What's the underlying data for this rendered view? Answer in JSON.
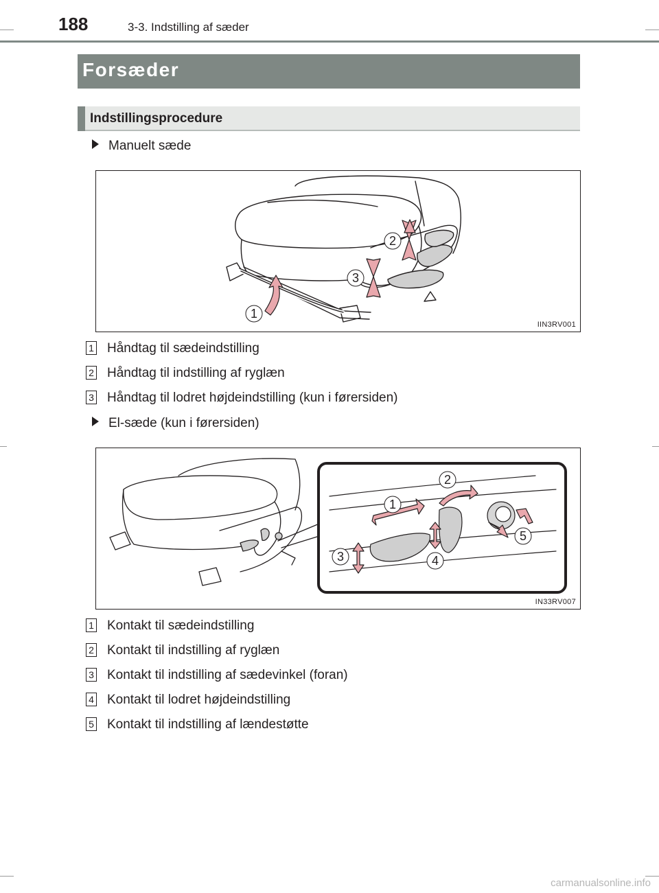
{
  "header": {
    "page_number": "188",
    "chapter": "3-3. Indstilling af sæder"
  },
  "section": {
    "title": "Forsæder"
  },
  "subsection": {
    "title": "Indstillingsprocedure"
  },
  "manual": {
    "heading": "Manuelt sæde",
    "figure_code": "IIN3RV001",
    "callouts": [
      "1",
      "2",
      "3"
    ],
    "items": [
      {
        "num": "1",
        "text": "Håndtag til sædeindstilling"
      },
      {
        "num": "2",
        "text": "Håndtag til indstilling af ryglæn"
      },
      {
        "num": "3",
        "text": "Håndtag til lodret højdeindstilling (kun i førersiden)"
      }
    ]
  },
  "power": {
    "heading": "El-sæde (kun i førersiden)",
    "figure_code": "IN33RV007",
    "callouts": [
      "1",
      "2",
      "3",
      "4",
      "5"
    ],
    "items": [
      {
        "num": "1",
        "text": "Kontakt til sædeindstilling"
      },
      {
        "num": "2",
        "text": "Kontakt til indstilling af ryglæn"
      },
      {
        "num": "3",
        "text": "Kontakt til indstilling af sædevinkel (foran)"
      },
      {
        "num": "4",
        "text": "Kontakt til lodret højdeindstilling"
      },
      {
        "num": "5",
        "text": "Kontakt til indstilling af lændestøtte"
      }
    ]
  },
  "footer": {
    "watermark": "carmanualsonline.info"
  },
  "colors": {
    "band": "#7f8884",
    "sub_band": "#e6e8e6",
    "arrow": "#e9a8ad",
    "arrow_stroke": "#231f20"
  }
}
